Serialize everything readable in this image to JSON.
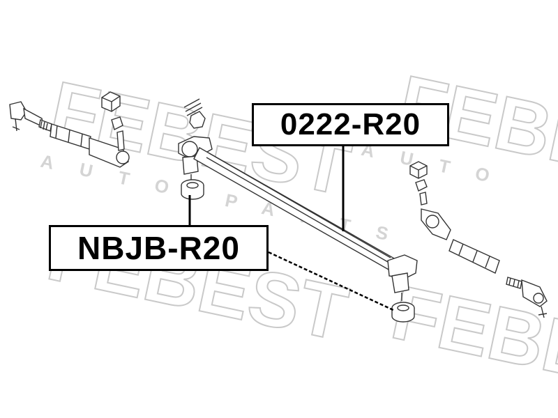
{
  "callouts": {
    "tie_rod_part_number": "0222-R20",
    "bushing_part_number": "NBJB-R20"
  },
  "watermark": {
    "brand": "FEBEST",
    "sub_left": "AUTO PARTS",
    "sub_right": "AUTO",
    "color": "#c9c9c9"
  },
  "colors": {
    "line": "#000000",
    "part_outline": "#333333",
    "background": "#ffffff"
  }
}
